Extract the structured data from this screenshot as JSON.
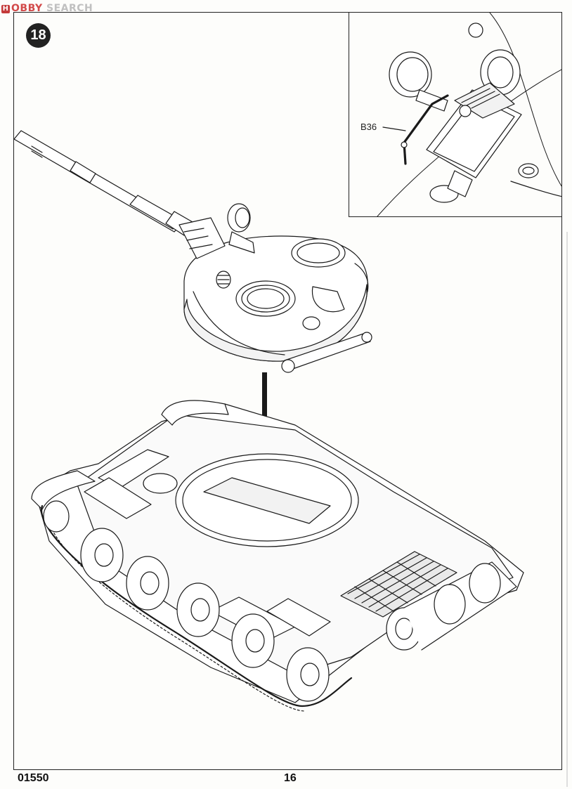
{
  "watermark": {
    "text_a": "H",
    "text_ob": "OBBY",
    "text_b": " SEARCH",
    "logo": "H"
  },
  "step": {
    "number": "18"
  },
  "inset": {
    "part_label": "B36"
  },
  "footer": {
    "code": "01550",
    "page": "16"
  },
  "icons": [
    "arrow-down-icon"
  ]
}
